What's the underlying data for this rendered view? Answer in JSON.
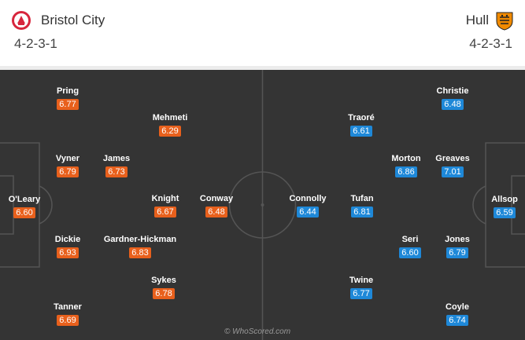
{
  "home": {
    "name": "Bristol City",
    "formation": "4-2-3-1",
    "crest_icon": "bristol-city-crest-icon",
    "color": "#e8601c",
    "players": [
      {
        "name": "O'Leary",
        "rating": "6.60"
      },
      {
        "name": "Pring",
        "rating": "6.77"
      },
      {
        "name": "Vyner",
        "rating": "6.79"
      },
      {
        "name": "Dickie",
        "rating": "6.93"
      },
      {
        "name": "Tanner",
        "rating": "6.69"
      },
      {
        "name": "James",
        "rating": "6.73"
      },
      {
        "name": "Gardner-Hickman",
        "rating": "6.83"
      },
      {
        "name": "Mehmeti",
        "rating": "6.29"
      },
      {
        "name": "Knight",
        "rating": "6.67"
      },
      {
        "name": "Sykes",
        "rating": "6.78"
      },
      {
        "name": "Conway",
        "rating": "6.48"
      }
    ]
  },
  "away": {
    "name": "Hull",
    "formation": "4-2-3-1",
    "crest_icon": "hull-city-tiger-crest-icon",
    "color": "#1e88d8",
    "players": [
      {
        "name": "Allsop",
        "rating": "6.59"
      },
      {
        "name": "Christie",
        "rating": "6.48"
      },
      {
        "name": "Greaves",
        "rating": "7.01"
      },
      {
        "name": "Jones",
        "rating": "6.79"
      },
      {
        "name": "Coyle",
        "rating": "6.74"
      },
      {
        "name": "Morton",
        "rating": "6.86"
      },
      {
        "name": "Seri",
        "rating": "6.60"
      },
      {
        "name": "Traoré",
        "rating": "6.61"
      },
      {
        "name": "Tufan",
        "rating": "6.81"
      },
      {
        "name": "Twine",
        "rating": "6.77"
      },
      {
        "name": "Connolly",
        "rating": "6.44"
      }
    ]
  },
  "watermark": "© WhoScored.com"
}
